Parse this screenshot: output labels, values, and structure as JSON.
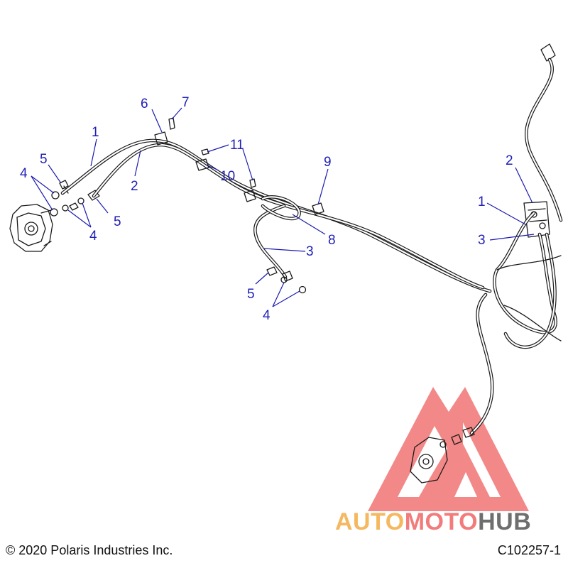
{
  "callouts": {
    "c1a": "1",
    "c1b": "1",
    "c2a": "2",
    "c2b": "2",
    "c3a": "3",
    "c3b": "3",
    "c4a": "4",
    "c4b": "4",
    "c4c": "4",
    "c5a": "5",
    "c5b": "5",
    "c5c": "5",
    "c6": "6",
    "c7": "7",
    "c8": "8",
    "c9": "9",
    "c10": "10",
    "c11": "11"
  },
  "footer": {
    "copyright": "© 2020 Polaris Industries Inc.",
    "figure_id": "C102257-1"
  },
  "watermark": {
    "part1": "AUTO",
    "part2": "MOTO",
    "part3": "HUB",
    "colors": {
      "auto": "#f5b860",
      "moto": "#f27b7b",
      "hub": "#6e6e6e",
      "logo": "#ee5a5a"
    }
  }
}
